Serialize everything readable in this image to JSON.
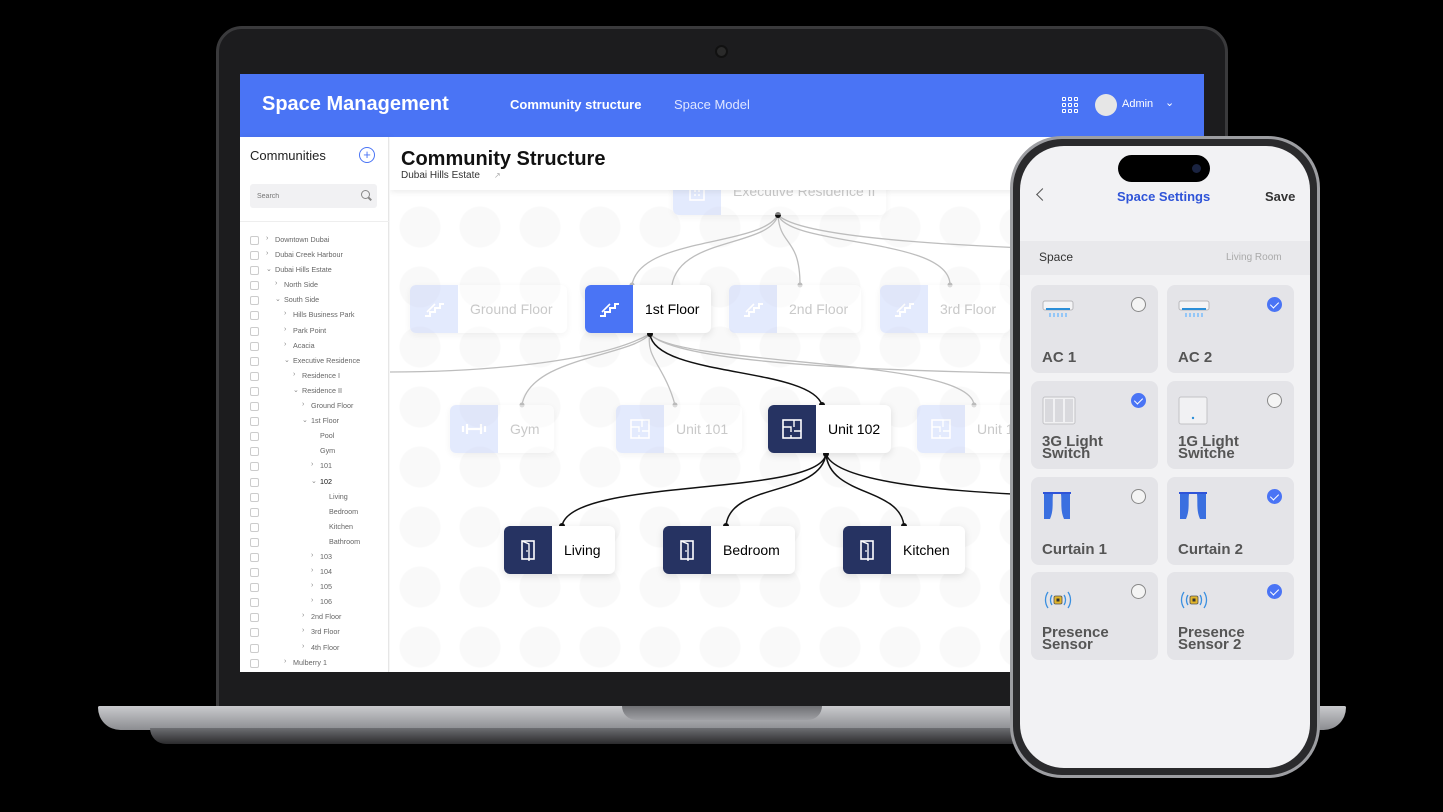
{
  "app": {
    "title": "Space Management",
    "tabs": [
      {
        "label": "Community structure",
        "active": true
      },
      {
        "label": "Space Model",
        "active": false
      }
    ],
    "user_name": "Admin",
    "accent_color": "#4a74f5"
  },
  "sidebar": {
    "title": "Communities",
    "search_placeholder": "Search",
    "tree": [
      {
        "label": "Downtown Dubai",
        "level": 0,
        "arrow": "right"
      },
      {
        "label": "Dubai Creek Harbour",
        "level": 0,
        "arrow": "right"
      },
      {
        "label": "Dubai Hills Estate",
        "level": 0,
        "arrow": "down"
      },
      {
        "label": "North Side",
        "level": 1,
        "arrow": "right"
      },
      {
        "label": "South Side",
        "level": 1,
        "arrow": "down"
      },
      {
        "label": "Hills Business Park",
        "level": 2,
        "arrow": "right"
      },
      {
        "label": "Park Point",
        "level": 2,
        "arrow": "right"
      },
      {
        "label": "Acacia",
        "level": 2,
        "arrow": "right"
      },
      {
        "label": "Executive Residence",
        "level": 2,
        "arrow": "down"
      },
      {
        "label": "Residence I",
        "level": 3,
        "arrow": "right"
      },
      {
        "label": "Residence II",
        "level": 3,
        "arrow": "down"
      },
      {
        "label": "Ground Floor",
        "level": 4,
        "arrow": "right"
      },
      {
        "label": "1st Floor",
        "level": 4,
        "arrow": "down"
      },
      {
        "label": "Pool",
        "level": 5,
        "arrow": ""
      },
      {
        "label": "Gym",
        "level": 5,
        "arrow": ""
      },
      {
        "label": "101",
        "level": 5,
        "arrow": "right"
      },
      {
        "label": "102",
        "level": 5,
        "arrow": "down",
        "bold": true
      },
      {
        "label": "Living",
        "level": 6,
        "arrow": ""
      },
      {
        "label": "Bedroom",
        "level": 6,
        "arrow": ""
      },
      {
        "label": "Kitchen",
        "level": 6,
        "arrow": ""
      },
      {
        "label": "Bathroom",
        "level": 6,
        "arrow": ""
      },
      {
        "label": "103",
        "level": 5,
        "arrow": "right"
      },
      {
        "label": "104",
        "level": 5,
        "arrow": "right"
      },
      {
        "label": "105",
        "level": 5,
        "arrow": "right"
      },
      {
        "label": "106",
        "level": 5,
        "arrow": "right"
      },
      {
        "label": "2nd Floor",
        "level": 4,
        "arrow": "right"
      },
      {
        "label": "3rd Floor",
        "level": 4,
        "arrow": "right"
      },
      {
        "label": "4th Floor",
        "level": 4,
        "arrow": "right"
      },
      {
        "label": "Mulberry 1",
        "level": 2,
        "arrow": "right"
      }
    ]
  },
  "canvas": {
    "title": "Community Structure",
    "subtitle": "Dubai Hills Estate",
    "nodes": {
      "residence": "Executive Residence II",
      "ground_floor": "Ground Floor",
      "first_floor": "1st Floor",
      "second_floor": "2nd Floor",
      "third_floor": "3rd Floor",
      "gym": "Gym",
      "unit_101": "Unit 101",
      "unit_102": "Unit 102",
      "unit_103": "Unit 1",
      "living": "Living",
      "bedroom": "Bedroom",
      "kitchen": "Kitchen"
    }
  },
  "phone": {
    "title": "Space Settings",
    "save_label": "Save",
    "space_label": "Space",
    "space_value": "Living Room",
    "devices": [
      {
        "label": "AC 1",
        "icon": "ac-icon",
        "selected": false
      },
      {
        "label": "AC 2",
        "icon": "ac-icon",
        "selected": true
      },
      {
        "label": "3G Light Switch",
        "icon": "light-switch-3g-icon",
        "selected": true
      },
      {
        "label": "1G Light Switche",
        "icon": "light-switch-1g-icon",
        "selected": false
      },
      {
        "label": "Curtain 1",
        "icon": "curtain-icon",
        "selected": false
      },
      {
        "label": "Curtain 2",
        "icon": "curtain-icon",
        "selected": true
      },
      {
        "label": "Presence Sensor",
        "icon": "presence-sensor-icon",
        "selected": false
      },
      {
        "label": "Presence Sensor 2",
        "icon": "presence-sensor-icon",
        "selected": true
      }
    ]
  }
}
